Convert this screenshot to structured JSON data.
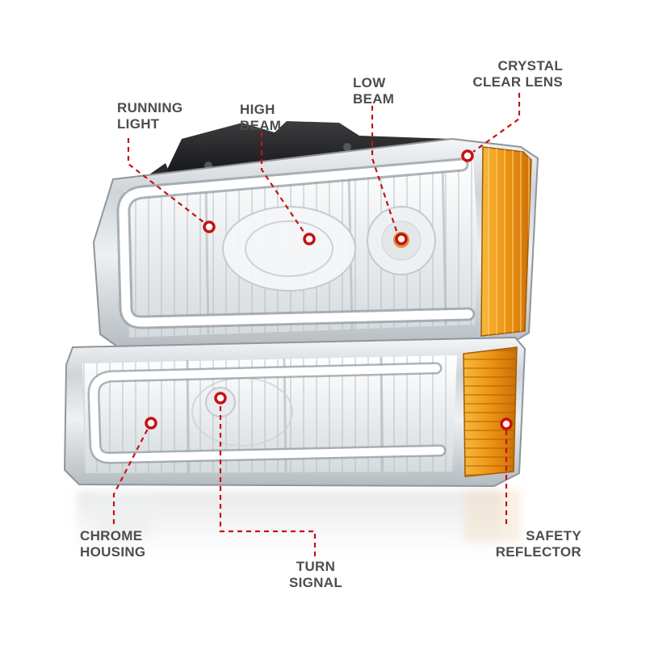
{
  "image": {
    "description": "Pair of stacked chrome housing crystal clear headlights with amber reflectors, shown as annotated feature callout diagram",
    "background": "#ffffff"
  },
  "colors": {
    "background": "#ffffff",
    "callout_line": "#c61212",
    "label_text": "#4d4d4d",
    "amber": "#ee9413",
    "chrome": "#d9dde0"
  },
  "callouts": [
    {
      "name": "running-light",
      "label": "RUNNING\nLIGHT"
    },
    {
      "name": "high-beam",
      "label": "HIGH\nBEAM"
    },
    {
      "name": "low-beam",
      "label": "LOW\nBEAM"
    },
    {
      "name": "crystal-clear-lens",
      "label": "CRYSTAL\nCLEAR LENS"
    },
    {
      "name": "chrome-housing",
      "label": "CHROME\nHOUSING"
    },
    {
      "name": "turn-signal",
      "label": "TURN\nSIGNAL"
    },
    {
      "name": "safety-reflector",
      "label": "SAFETY\nREFLECTOR"
    }
  ]
}
